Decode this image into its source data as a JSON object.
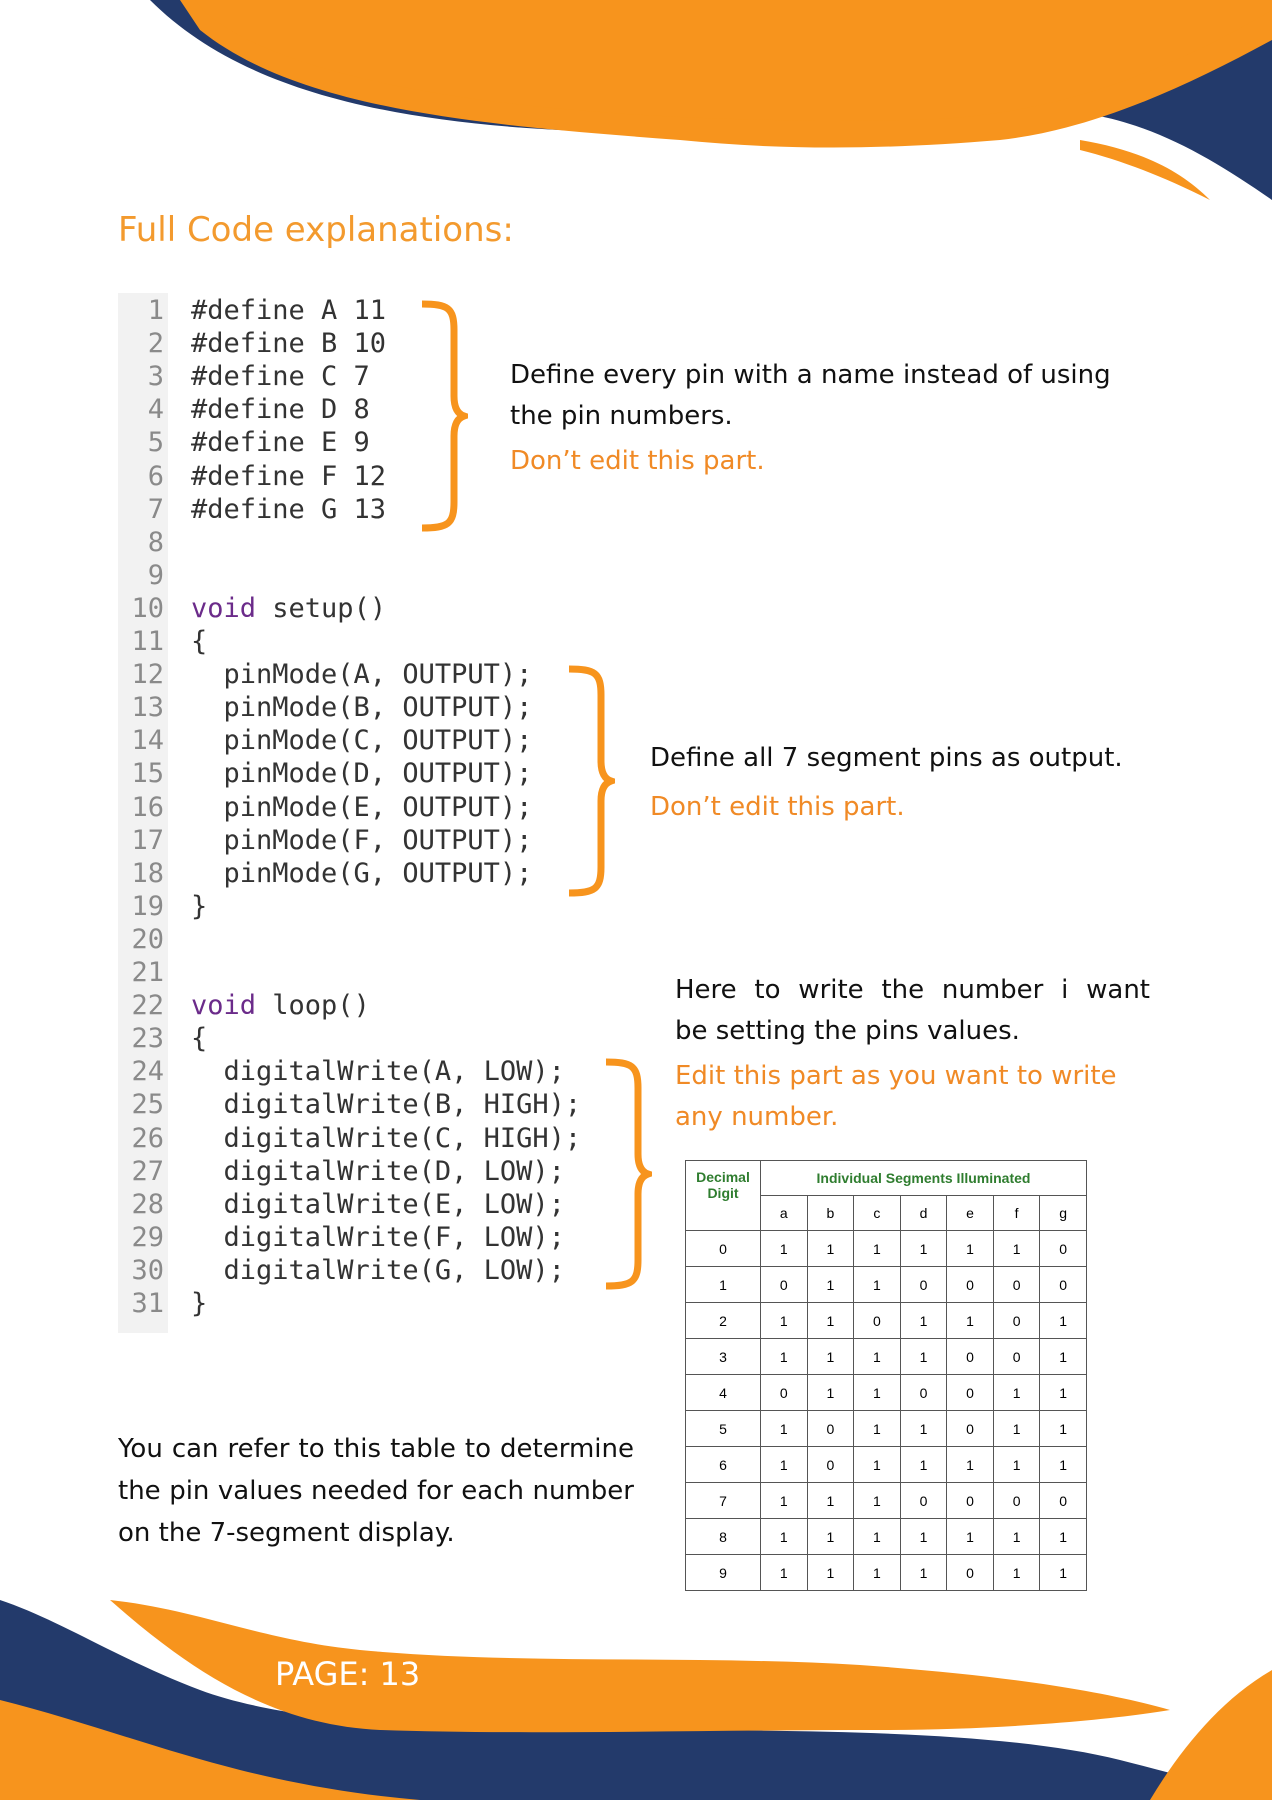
{
  "heading": "Full Code explanations:",
  "code": {
    "lines": [
      {
        "n": "1",
        "text": "#define A 11"
      },
      {
        "n": "2",
        "text": "#define B 10"
      },
      {
        "n": "3",
        "text": "#define C 7"
      },
      {
        "n": "4",
        "text": "#define D 8"
      },
      {
        "n": "5",
        "text": "#define E 9"
      },
      {
        "n": "6",
        "text": "#define F 12"
      },
      {
        "n": "7",
        "text": "#define G 13"
      },
      {
        "n": "8",
        "text": ""
      },
      {
        "n": "9",
        "text": ""
      },
      {
        "n": "10",
        "kw": "void",
        "text": " setup()"
      },
      {
        "n": "11",
        "text": "{"
      },
      {
        "n": "12",
        "text": "  pinMode(A, OUTPUT);"
      },
      {
        "n": "13",
        "text": "  pinMode(B, OUTPUT);"
      },
      {
        "n": "14",
        "text": "  pinMode(C, OUTPUT);"
      },
      {
        "n": "15",
        "text": "  pinMode(D, OUTPUT);"
      },
      {
        "n": "16",
        "text": "  pinMode(E, OUTPUT);"
      },
      {
        "n": "17",
        "text": "  pinMode(F, OUTPUT);"
      },
      {
        "n": "18",
        "text": "  pinMode(G, OUTPUT);"
      },
      {
        "n": "19",
        "text": "}"
      },
      {
        "n": "20",
        "text": ""
      },
      {
        "n": "21",
        "text": ""
      },
      {
        "n": "22",
        "kw": "void",
        "text": " loop()"
      },
      {
        "n": "23",
        "text": "{"
      },
      {
        "n": "24",
        "text": "  digitalWrite(A, LOW);"
      },
      {
        "n": "25",
        "text": "  digitalWrite(B, HIGH);"
      },
      {
        "n": "26",
        "text": "  digitalWrite(C, HIGH);"
      },
      {
        "n": "27",
        "text": "  digitalWrite(D, LOW);"
      },
      {
        "n": "28",
        "text": "  digitalWrite(E, LOW);"
      },
      {
        "n": "29",
        "text": "  digitalWrite(F, LOW);"
      },
      {
        "n": "30",
        "text": "  digitalWrite(G, LOW);"
      },
      {
        "n": "31",
        "text": "}"
      }
    ]
  },
  "notes": {
    "define": {
      "text1": "Define every pin with a name instead of using",
      "text2": "the pin numbers.",
      "warn": "Don’t edit this part."
    },
    "setup": {
      "text": "Define all 7 segment pins as output.",
      "warn": "Don’t edit this part."
    },
    "loop": {
      "text1": "Here to write the number i want",
      "text2": "be setting the pins values.",
      "edit1": "Edit this part as you want to write",
      "edit2": "any number."
    }
  },
  "bottom_text": "You can refer to this table to determine the pin values needed for each number on the 7-segment display.",
  "table": {
    "header_digit_1": "Decimal",
    "header_digit_2": "Digit",
    "header_segments": "Individual Segments Illuminated",
    "segments": [
      "a",
      "b",
      "c",
      "d",
      "e",
      "f",
      "g"
    ],
    "rows": [
      [
        "0",
        "1",
        "1",
        "1",
        "1",
        "1",
        "1",
        "0"
      ],
      [
        "1",
        "0",
        "1",
        "1",
        "0",
        "0",
        "0",
        "0"
      ],
      [
        "2",
        "1",
        "1",
        "0",
        "1",
        "1",
        "0",
        "1"
      ],
      [
        "3",
        "1",
        "1",
        "1",
        "1",
        "0",
        "0",
        "1"
      ],
      [
        "4",
        "0",
        "1",
        "1",
        "0",
        "0",
        "1",
        "1"
      ],
      [
        "5",
        "1",
        "0",
        "1",
        "1",
        "0",
        "1",
        "1"
      ],
      [
        "6",
        "1",
        "0",
        "1",
        "1",
        "1",
        "1",
        "1"
      ],
      [
        "7",
        "1",
        "1",
        "1",
        "0",
        "0",
        "0",
        "0"
      ],
      [
        "8",
        "1",
        "1",
        "1",
        "1",
        "1",
        "1",
        "1"
      ],
      [
        "9",
        "1",
        "1",
        "1",
        "1",
        "0",
        "1",
        "1"
      ]
    ]
  },
  "page": "PAGE: 13",
  "colors": {
    "orange": "#f7941d",
    "navy": "#233a6b",
    "accent_text": "#f08a26"
  }
}
